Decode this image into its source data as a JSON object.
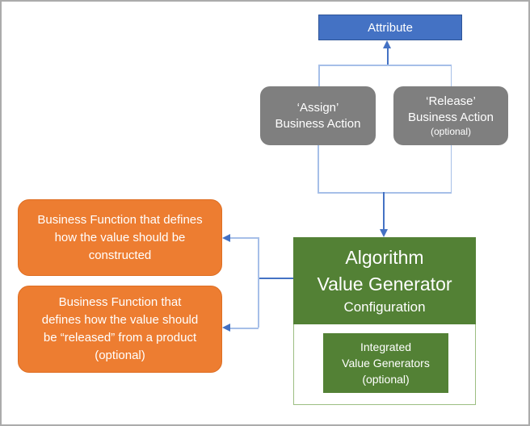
{
  "colors": {
    "blue": "#4472C4",
    "blue-border": "#2E5497",
    "gray": "#7F7F7F",
    "orange": "#ED7D31",
    "orange-border": "#DE6E22",
    "green": "#538135",
    "green-border": "#9CBE82",
    "connector-light": "#A6BFE8",
    "connector-dark": "#4472C4",
    "frame-border": "#ABABAB"
  },
  "nodes": {
    "attribute": {
      "label": "Attribute"
    },
    "assign": {
      "line1": "‘Assign’",
      "line2": "Business Action"
    },
    "release": {
      "line1": "‘Release’",
      "line2": "Business Action",
      "line3": "(optional)"
    },
    "construct_fn": {
      "line1": "Business Function that defines",
      "line2": "how the value should be",
      "line3": "constructed"
    },
    "release_fn": {
      "line1": "Business Function that",
      "line2": "defines how the value should",
      "line3": "be “released” from a product",
      "line4": "(optional)"
    },
    "generator": {
      "title1": "Algorithm",
      "title2": "Value Generator",
      "subtitle": "Configuration"
    },
    "integrated": {
      "line1": "Integrated",
      "line2": "Value Generators",
      "line3": "(optional)"
    }
  }
}
